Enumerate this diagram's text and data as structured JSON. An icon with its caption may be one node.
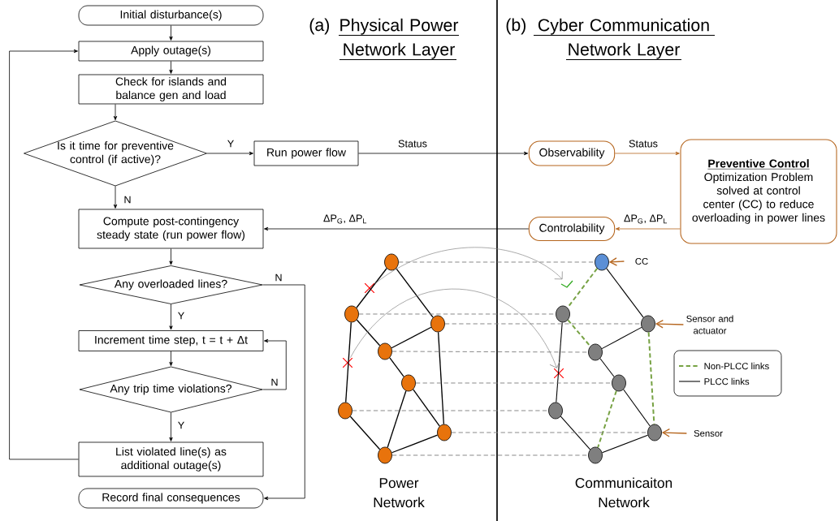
{
  "diagram": {
    "nodes": [
      {
        "text": [
          "Initial disturbance(s)"
        ]
      },
      {
        "text": [
          "Apply outage(s)"
        ]
      },
      {
        "text": [
          "Check for islands and balance gen and load"
        ]
      },
      {
        "text": [
          "Is it time for preventive control (if active)?"
        ]
      },
      {
        "text": [
          "Run power flow"
        ]
      },
      {
        "text": [
          "Compute post-contingency steady state (run power flow)"
        ]
      },
      {
        "text": [
          "Any overloaded lines?"
        ]
      },
      {
        "text": [
          "Increment time step, t = t + Δt"
        ]
      },
      {
        "text": [
          "Any trip time violations?"
        ]
      },
      {
        "text": [
          "List violated line(s) as additional outage(s)"
        ]
      },
      {
        "text": [
          "Record final consequences"
        ]
      },
      {
        "text": [
          "Observability"
        ]
      },
      {
        "text": [
          "Preventive Control",
          "Optimization Problem solved at control center (CC) to reduce overloading in power lines"
        ]
      },
      {
        "text": [
          "Controlability"
        ]
      },
      {
        "text": [],
        "shape": "circle"
      },
      {
        "text": [],
        "shape": "circle"
      },
      {
        "text": [],
        "shape": "circle"
      },
      {
        "text": [],
        "shape": "circle"
      },
      {
        "text": [],
        "shape": "circle"
      },
      {
        "text": [],
        "shape": "circle"
      },
      {
        "text": [],
        "shape": "circle"
      },
      {
        "text": [],
        "shape": "circle"
      },
      {
        "text": [],
        "shape": "circle"
      },
      {
        "text": [],
        "shape": "circle"
      },
      {
        "text": [],
        "shape": "circle"
      },
      {
        "text": [],
        "shape": "circle"
      },
      {
        "text": [],
        "shape": "circle"
      },
      {
        "text": [],
        "shape": "circle"
      },
      {
        "text": [],
        "shape": "circle"
      },
      {
        "text": [],
        "shape": "circle"
      },
      {
        "text": [],
        "shape": "cross"
      },
      {
        "text": [],
        "shape": "cross"
      },
      {
        "text": [],
        "shape": "check"
      },
      {
        "text": [],
        "shape": "cross"
      },
      {
        "text": [
          "CC"
        ]
      },
      {
        "text": [
          "Sensor and actuator"
        ]
      },
      {
        "text": [
          "Sensor"
        ]
      }
    ],
    "edges": [
      {
        "from": 0,
        "to": 1,
        "arrow": "to"
      },
      {
        "from": 1,
        "to": 2,
        "arrow": "to"
      },
      {
        "from": 2,
        "to": 3,
        "arrow": "to"
      },
      {
        "from": 3,
        "to": 4,
        "arrow": "to",
        "label": "Y"
      },
      {
        "from": 3,
        "to": 5,
        "arrow": "to",
        "label": "N"
      },
      {
        "from": 4,
        "to": 11,
        "arrow": "to",
        "label": "Status"
      },
      {
        "from": 11,
        "to": 12,
        "arrow": "to",
        "label": "Status",
        "color": "#b5651d"
      },
      {
        "from": 12,
        "to": 13,
        "arrow": "to",
        "label": "ΔP$_{G}$, ΔP$_{L}$",
        "color": "#b5651d"
      },
      {
        "from": 13,
        "to": 5,
        "arrow": "to",
        "label": "ΔP$_{G}$, ΔP$_{L}$"
      },
      {
        "from": 5,
        "to": 6,
        "arrow": "to"
      },
      {
        "from": 6,
        "to": 7,
        "arrow": "to",
        "label": "Y"
      },
      {
        "from": 6,
        "to": 10,
        "arrow": "to",
        "label": "N"
      },
      {
        "from": 7,
        "to": 8,
        "arrow": "to"
      },
      {
        "from": 8,
        "to": 7,
        "arrow": "to",
        "label": "N"
      },
      {
        "from": 8,
        "to": 9,
        "arrow": "to",
        "label": "Y"
      },
      {
        "from": 9,
        "to": 1,
        "arrow": "to"
      },
      {
        "from": 14,
        "to": 15,
        "arrow": "none"
      },
      {
        "from": 14,
        "to": 16,
        "arrow": "none"
      },
      {
        "from": 15,
        "to": 17,
        "arrow": "none"
      },
      {
        "from": 16,
        "to": 17,
        "arrow": "none"
      },
      {
        "from": 17,
        "to": 18,
        "arrow": "none"
      },
      {
        "from": 15,
        "to": 19,
        "arrow": "none"
      },
      {
        "from": 18,
        "to": 21,
        "arrow": "none"
      },
      {
        "from": 18,
        "to": 20,
        "arrow": "none"
      },
      {
        "from": 16,
        "to": 20,
        "arrow": "none"
      },
      {
        "from": 19,
        "to": 21,
        "arrow": "none"
      },
      {
        "from": 21,
        "to": 20,
        "arrow": "none"
      },
      {
        "from": 22,
        "to": 23,
        "arrow": "none",
        "style": "dashed",
        "color": "#77a244"
      },
      {
        "from": 22,
        "to": 24,
        "arrow": "none"
      },
      {
        "from": 23,
        "to": 25,
        "arrow": "none",
        "style": "dashed",
        "color": "#77a244"
      },
      {
        "from": 23,
        "to": 27,
        "arrow": "none"
      },
      {
        "from": 24,
        "to": 25,
        "arrow": "none"
      },
      {
        "from": 25,
        "to": 26,
        "arrow": "none"
      },
      {
        "from": 24,
        "to": 28,
        "arrow": "none",
        "style": "dashed",
        "color": "#77a244"
      },
      {
        "from": 26,
        "to": 28,
        "arrow": "none"
      },
      {
        "from": 26,
        "to": 29,
        "arrow": "none",
        "style": "dashed",
        "color": "#77a244"
      },
      {
        "from": 27,
        "to": 29,
        "arrow": "none"
      },
      {
        "from": 29,
        "to": 28,
        "arrow": "none"
      },
      {
        "from": 14,
        "to": 22,
        "arrow": "none",
        "style": "dashed",
        "color": "#808080"
      },
      {
        "from": 15,
        "to": 23,
        "arrow": "none",
        "style": "dashed",
        "color": "#808080"
      },
      {
        "from": 16,
        "to": 24,
        "arrow": "none",
        "style": "dashed",
        "color": "#808080"
      },
      {
        "from": 17,
        "to": 25,
        "arrow": "none",
        "style": "dashed",
        "color": "#808080"
      },
      {
        "from": 18,
        "to": 26,
        "arrow": "none",
        "style": "dashed",
        "color": "#808080"
      },
      {
        "from": 19,
        "to": 27,
        "arrow": "none",
        "style": "dashed",
        "color": "#808080"
      },
      {
        "from": 20,
        "to": 28,
        "arrow": "none",
        "style": "dashed",
        "color": "#808080"
      },
      {
        "from": 21,
        "to": 29,
        "arrow": "none",
        "style": "dashed",
        "color": "#808080"
      },
      {
        "from": 30,
        "to": 32,
        "arrow": "to",
        "color": "#808080"
      },
      {
        "from": 31,
        "to": 33,
        "arrow": "to",
        "color": "#808080"
      },
      {
        "from": 34,
        "to": 22,
        "arrow": "to",
        "color": "#b5651d"
      },
      {
        "from": 35,
        "to": 24,
        "arrow": "to",
        "color": "#b5651d"
      },
      {
        "from": 36,
        "to": 28,
        "arrow": "to",
        "color": "#b5651d"
      }
    ],
    "labels": [
      "(a)",
      "Physical Power Network Layer",
      "(b)",
      "Cyber Communication Network Layer",
      "Power Network",
      "Communicaiton Network"
    ],
    "legend": [
      {
        "text": "Non-PLCC links"
      },
      {
        "text": "PLCC links"
      }
    ]
  }
}
